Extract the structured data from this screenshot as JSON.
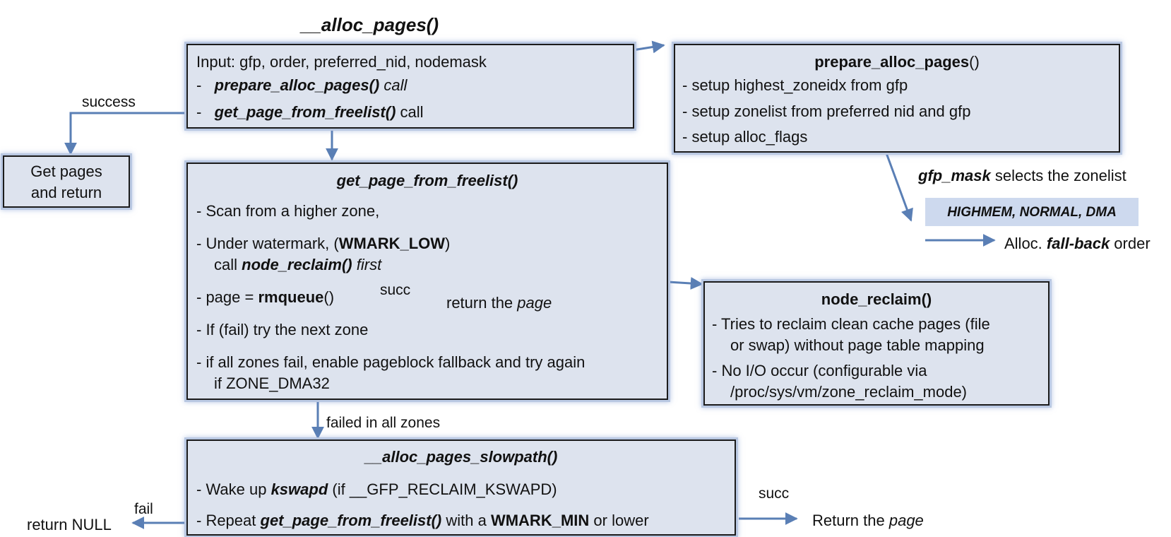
{
  "top_title": "__alloc_pages()",
  "alloc_box": {
    "input": "Input: gfp, order, preferred_nid, nodemask",
    "line1_dash": "-",
    "line1_fn": "prepare_alloc_pages()",
    "line1_word": "call",
    "line2_dash": "-",
    "line2_fn": "get_page_from_freelist()",
    "line2_word": "call"
  },
  "success_label": "success",
  "get_pages_box": {
    "line1": "Get pages",
    "line2": "and return"
  },
  "prepare_box": {
    "title_fn": "prepare_alloc_pages",
    "title_paren": "()",
    "items": [
      "-  setup highest_zoneidx from gfp",
      "-  setup zonelist from preferred nid and gfp",
      "-  setup alloc_flags"
    ]
  },
  "gfp_note": {
    "bold": "gfp_mask",
    "rest": " selects the  zonelist"
  },
  "zone_tag": "HIGHMEM, NORMAL, DMA",
  "fallback_note": {
    "prefix": "Alloc. ",
    "bold": "fall-back",
    "suffix": " order"
  },
  "gpff_box": {
    "title": "get_page_from_freelist()",
    "scan": "-  Scan from a higher zone,",
    "wm_a": "-  Under watermark, (",
    "wm_b": "WMARK_LOW",
    "wm_c": ")",
    "call_a": "call ",
    "call_b": "node_reclaim()",
    "call_c": " first",
    "page_a": "-  page = ",
    "page_b": "rmqueue",
    "page_c": "()",
    "succ": "succ",
    "ret_a": "return the ",
    "ret_b": "page",
    "fail": "-  If (fail) try the next zone",
    "all1": "-  if all zones fail, enable pageblock fallback and try again",
    "all2": "if ZONE_DMA32"
  },
  "node_reclaim_box": {
    "title": "node_reclaim()",
    "l1": "-  Tries to reclaim clean cache pages (file",
    "l2": "or swap) without page table mapping",
    "l3": "-  No I/O occur (configurable via",
    "l4": "/proc/sys/vm/zone_reclaim_mode)"
  },
  "failed_label": "failed in all zones",
  "slowpath_box": {
    "title": "__alloc_pages_slowpath()",
    "w_a": "-  Wake up ",
    "w_b": "kswapd",
    "w_c": " (if __GFP_RECLAIM_KSWAPD)",
    "r_a": "-  Repeat ",
    "r_b": "get_page_from_freelist()",
    "r_c": "  with a ",
    "r_d": "WMARK_MIN",
    "r_e": " or lower"
  },
  "fail_label": "fail",
  "return_null": "return NULL",
  "succ_label2": "succ",
  "return_page": {
    "prefix": "Return the ",
    "italic": "page"
  },
  "colors": {
    "box_fill": "#dde3ee",
    "arrow": "#5a7fb5",
    "tag_fill": "#cdd9ee"
  }
}
